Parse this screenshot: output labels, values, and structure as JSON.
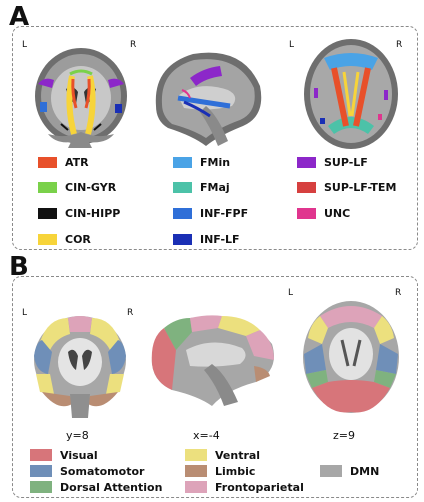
{
  "panel_a": {
    "letter": "A",
    "orientation": {
      "left": "L",
      "right": "R"
    },
    "legend": [
      {
        "label": "ATR",
        "color": "#e8502a"
      },
      {
        "label": "CIN-GYR",
        "color": "#7ad14a"
      },
      {
        "label": "CIN-HIPP",
        "color": "#111111"
      },
      {
        "label": "COR",
        "color": "#f7d43a"
      },
      {
        "label": "FMin",
        "color": "#4aa3e6"
      },
      {
        "label": "FMaj",
        "color": "#4cc2a8"
      },
      {
        "label": "INF-FPF",
        "color": "#2f6fd8"
      },
      {
        "label": "INF-LF",
        "color": "#1a2fb5"
      },
      {
        "label": "SUP-LF",
        "color": "#8c27c9"
      },
      {
        "label": "SUP-LF-TEM",
        "color": "#d6403f"
      },
      {
        "label": "UNC",
        "color": "#e0358e"
      }
    ]
  },
  "panel_b": {
    "letter": "B",
    "orientation": {
      "left": "L",
      "right": "R"
    },
    "slices": [
      "y=8",
      "x=-4",
      "z=9"
    ],
    "legend": [
      {
        "label": "Visual",
        "color": "#d7757a"
      },
      {
        "label": "Somatomotor",
        "color": "#6f8fb8"
      },
      {
        "label": "Dorsal Attention",
        "color": "#7fb27f"
      },
      {
        "label": "Ventral",
        "color": "#ece07e"
      },
      {
        "label": "Limbic",
        "color": "#b98d73"
      },
      {
        "label": "Frontoparietal",
        "color": "#dda3b9"
      },
      {
        "label": "DMN",
        "color": "#a7a7a7"
      }
    ]
  }
}
